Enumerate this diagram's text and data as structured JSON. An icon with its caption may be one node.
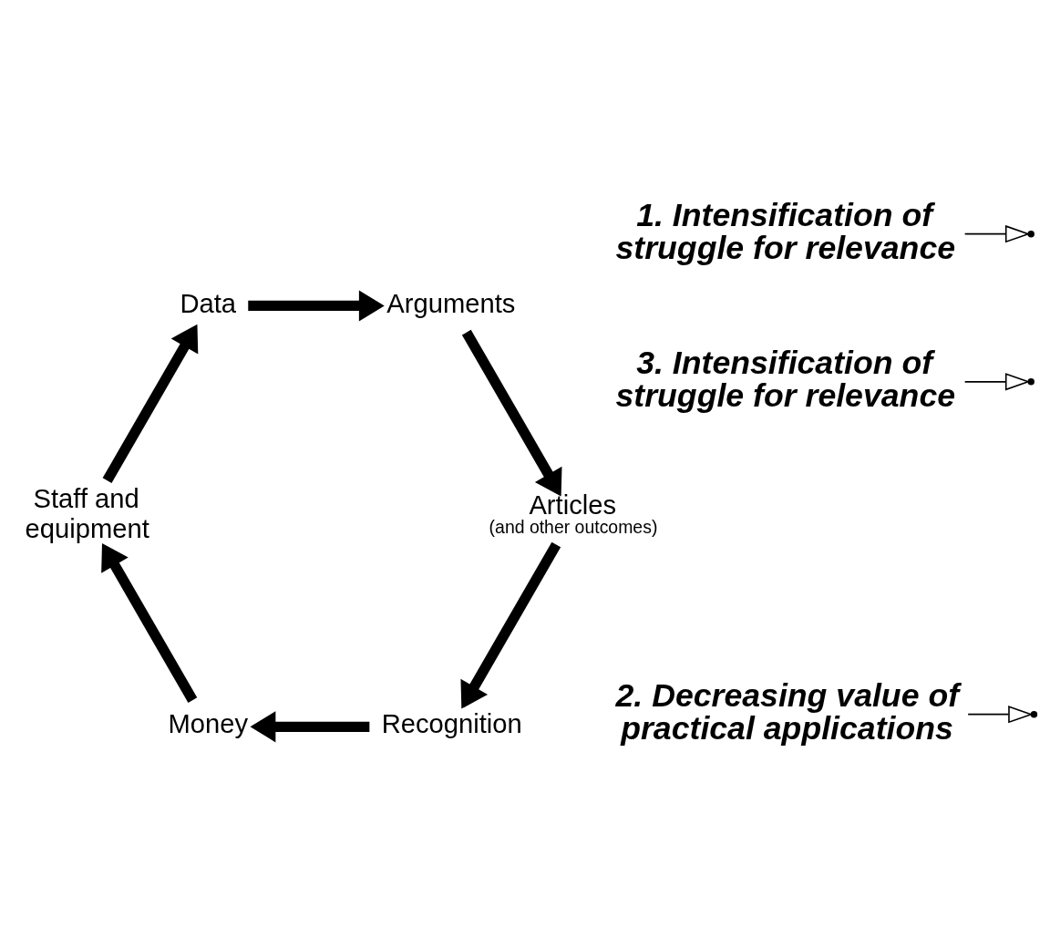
{
  "diagram": {
    "nodes": [
      {
        "text": [
          "2. Decreasing value of practical applications"
        ]
      },
      {
        "text": [
          "Recognition"
        ]
      },
      {
        "text": [
          "3. Intensification of struggle for relevance"
        ]
      },
      {
        "text": [
          "Articles",
          "(and other outcomes)"
        ]
      },
      {
        "text": [
          "Money"
        ]
      },
      {
        "text": [
          "Arguments"
        ]
      },
      {
        "text": [
          "Staff and equipment"
        ]
      },
      {
        "text": [
          "Data"
        ]
      },
      {
        "text": [
          "1. Intensification of struggle for relevance"
        ]
      }
    ],
    "edges": [
      {
        "from": 6,
        "to": 7,
        "arrow": "to"
      },
      {
        "from": 7,
        "to": 5,
        "arrow": "to"
      },
      {
        "from": 5,
        "to": 3,
        "arrow": "to"
      },
      {
        "from": 3,
        "to": 1,
        "arrow": "to"
      },
      {
        "from": 1,
        "to": 4,
        "arrow": "to"
      },
      {
        "from": 4,
        "to": 6,
        "arrow": "to"
      },
      {
        "from": 0,
        "to": null,
        "arrow": "to"
      },
      {
        "from": 2,
        "to": null,
        "arrow": "to"
      },
      {
        "from": 8,
        "to": null,
        "arrow": "to"
      }
    ]
  }
}
